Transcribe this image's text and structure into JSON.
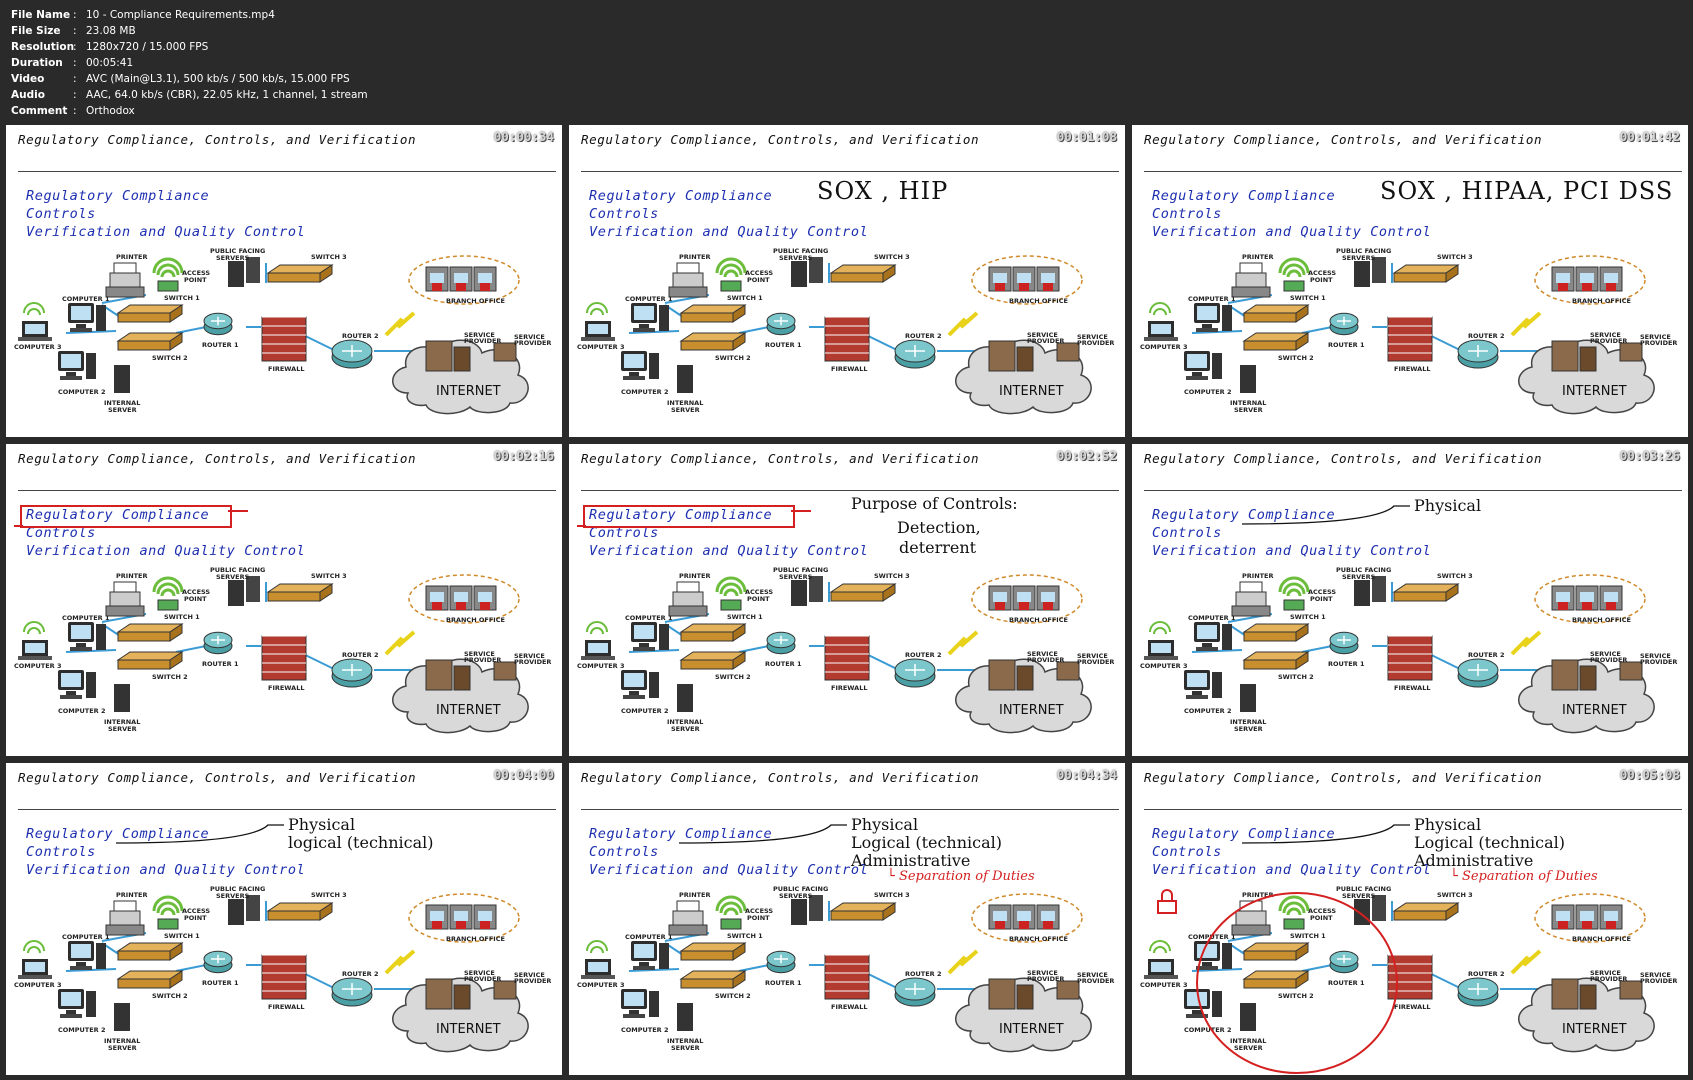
{
  "meta": [
    {
      "key": "File Name",
      "value": "10 - Compliance Requirements.mp4"
    },
    {
      "key": "File Size",
      "value": "23.08 MB"
    },
    {
      "key": "Resolution",
      "value": "1280x720 / 15.000 FPS"
    },
    {
      "key": "Duration",
      "value": "00:05:41"
    },
    {
      "key": "Video",
      "value": "AVC (Main@L3.1), 500 kb/s / 500 kb/s, 15.000 FPS"
    },
    {
      "key": "Audio",
      "value": "AAC, 64.0 kb/s (CBR), 22.05 kHz, 1 channel, 1 stream"
    },
    {
      "key": "Comment",
      "value": "Orthodox"
    }
  ],
  "meta_separator": ":",
  "slide_title": "Regulatory Compliance, Controls, and Verification",
  "agenda": [
    "Regulatory Compliance",
    "Controls",
    "Verification and Quality Control"
  ],
  "diagram_labels": {
    "printer": "PRINTER",
    "access_point": "ACCESS POINT",
    "public_facing_servers": "PUBLIC FACING SERVERS",
    "switch3": "SWITCH 3",
    "computer1": "COMPUTER 1",
    "switch1": "SWITCH 1",
    "computer3": "COMPUTER 3",
    "router1": "ROUTER 1",
    "switch2": "SWITCH 2",
    "computer2": "COMPUTER 2",
    "internal_server": "INTERNAL SERVER",
    "firewall": "FIREWALL",
    "router2": "ROUTER 2",
    "branch_office": "BRANCH OFFICE",
    "service_provider": "SERVICE PROVIDER",
    "internet": "INTERNET"
  },
  "frames": [
    {
      "timestamp": "00:00:34",
      "notes": []
    },
    {
      "timestamp": "00:01:08",
      "notes": [
        {
          "text": "SOX , HIP",
          "style": "big",
          "pos": "top-right"
        }
      ]
    },
    {
      "timestamp": "00:01:42",
      "notes": [
        {
          "text": "SOX , HIPAA, PCI DSS",
          "style": "big",
          "pos": "top-right"
        }
      ]
    },
    {
      "timestamp": "00:02:16",
      "notes": [],
      "highlight": true
    },
    {
      "timestamp": "00:02:52",
      "notes": [
        {
          "text": "Purpose of Controls:",
          "style": "mid",
          "pos": "a"
        },
        {
          "text": "Detection,",
          "style": "mid",
          "pos": "b"
        },
        {
          "text": "deterrent",
          "style": "mid",
          "pos": "c"
        }
      ],
      "highlight": true
    },
    {
      "timestamp": "00:03:26",
      "notes": [
        {
          "text": "Physical",
          "style": "mid",
          "pos": "a"
        }
      ]
    },
    {
      "timestamp": "00:04:00",
      "notes": [
        {
          "text": "Physical",
          "style": "mid",
          "pos": "a"
        },
        {
          "text": "logical (technical)",
          "style": "mid",
          "pos": "b"
        }
      ]
    },
    {
      "timestamp": "00:04:34",
      "notes": [
        {
          "text": "Physical",
          "style": "mid",
          "pos": "a"
        },
        {
          "text": "Logical (technical)",
          "style": "mid",
          "pos": "b"
        },
        {
          "text": "Administrative",
          "style": "mid",
          "pos": "c"
        },
        {
          "text": "└ Separation of Duties",
          "style": "red",
          "pos": "d"
        }
      ]
    },
    {
      "timestamp": "00:05:08",
      "notes": [
        {
          "text": "Physical",
          "style": "mid",
          "pos": "a"
        },
        {
          "text": "Logical (technical)",
          "style": "mid",
          "pos": "b"
        },
        {
          "text": "Administrative",
          "style": "mid",
          "pos": "c"
        },
        {
          "text": "└ Separation of Duties",
          "style": "red",
          "pos": "d"
        }
      ],
      "circle": true
    }
  ]
}
